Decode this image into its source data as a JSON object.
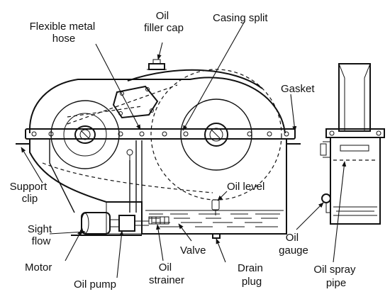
{
  "labels": {
    "flexible_metal_hose": [
      "Flexible metal",
      "hose"
    ],
    "oil_filler_cap": [
      "Oil",
      "filler cap"
    ],
    "casing_split": "Casing split",
    "gasket": "Gasket",
    "support_clip": [
      "Support",
      "clip"
    ],
    "oil_level": "Oil level",
    "sight_flow": [
      "Sight",
      "flow"
    ],
    "motor": "Motor",
    "oil_pump": "Oil pump",
    "oil_strainer": [
      "Oil",
      "strainer"
    ],
    "valve": "Valve",
    "drain_plug": [
      "Drain",
      "plug"
    ],
    "oil_gauge": [
      "Oil",
      "gauge"
    ],
    "oil_spray_pipe": [
      "Oil spray",
      "pipe"
    ]
  }
}
